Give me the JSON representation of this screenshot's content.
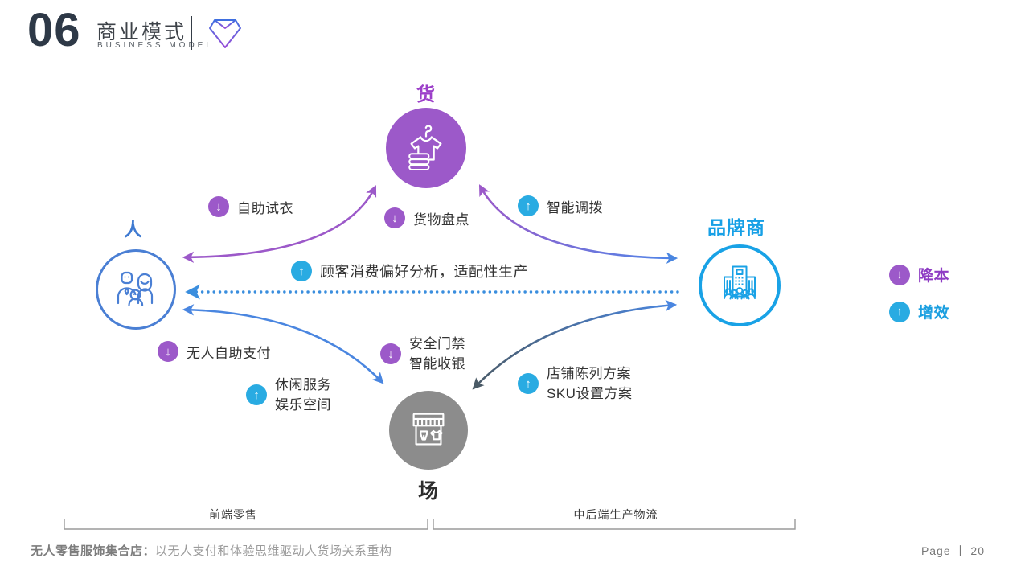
{
  "header": {
    "number": "06",
    "title": "商业模式",
    "subtitle": "BUSINESS MODEL"
  },
  "nodes": {
    "goods": {
      "label": "货"
    },
    "people": {
      "label": "人"
    },
    "brand": {
      "label": "品牌商"
    },
    "place": {
      "label": "场"
    }
  },
  "tags": {
    "self_fitting": "自助试衣",
    "inventory": "货物盘点",
    "smart_allocation": "智能调拨",
    "preference_analysis": "顾客消费偏好分析，适配性生产",
    "self_payment": "无人自助支付",
    "security_line1": "安全门禁",
    "security_line2": "智能收银",
    "leisure_line1": "休闲服务",
    "leisure_line2": "娱乐空间",
    "display_line1": "店铺陈列方案",
    "display_line2": "SKU设置方案"
  },
  "legend": {
    "cost_down": "降本",
    "efficiency_up": "增效"
  },
  "brackets": {
    "front": "前端零售",
    "back": "中后端生产物流"
  },
  "footer": {
    "title_bold": "无人零售服饰集合店：",
    "title_rest": "以无人支付和体验思维驱动人货场关系重构",
    "page": "Page 丨 20"
  },
  "icons": {
    "down": "↓",
    "up": "↑"
  },
  "colors": {
    "purple": "#9c59c9",
    "cyan": "#29abe2",
    "people_blue": "#4a7fd4",
    "brand_blue": "#19a2e6",
    "arrow_blue": "#4a86e0",
    "arrow_dark": "#4a5a66",
    "place_gray": "#8c8c8c"
  }
}
